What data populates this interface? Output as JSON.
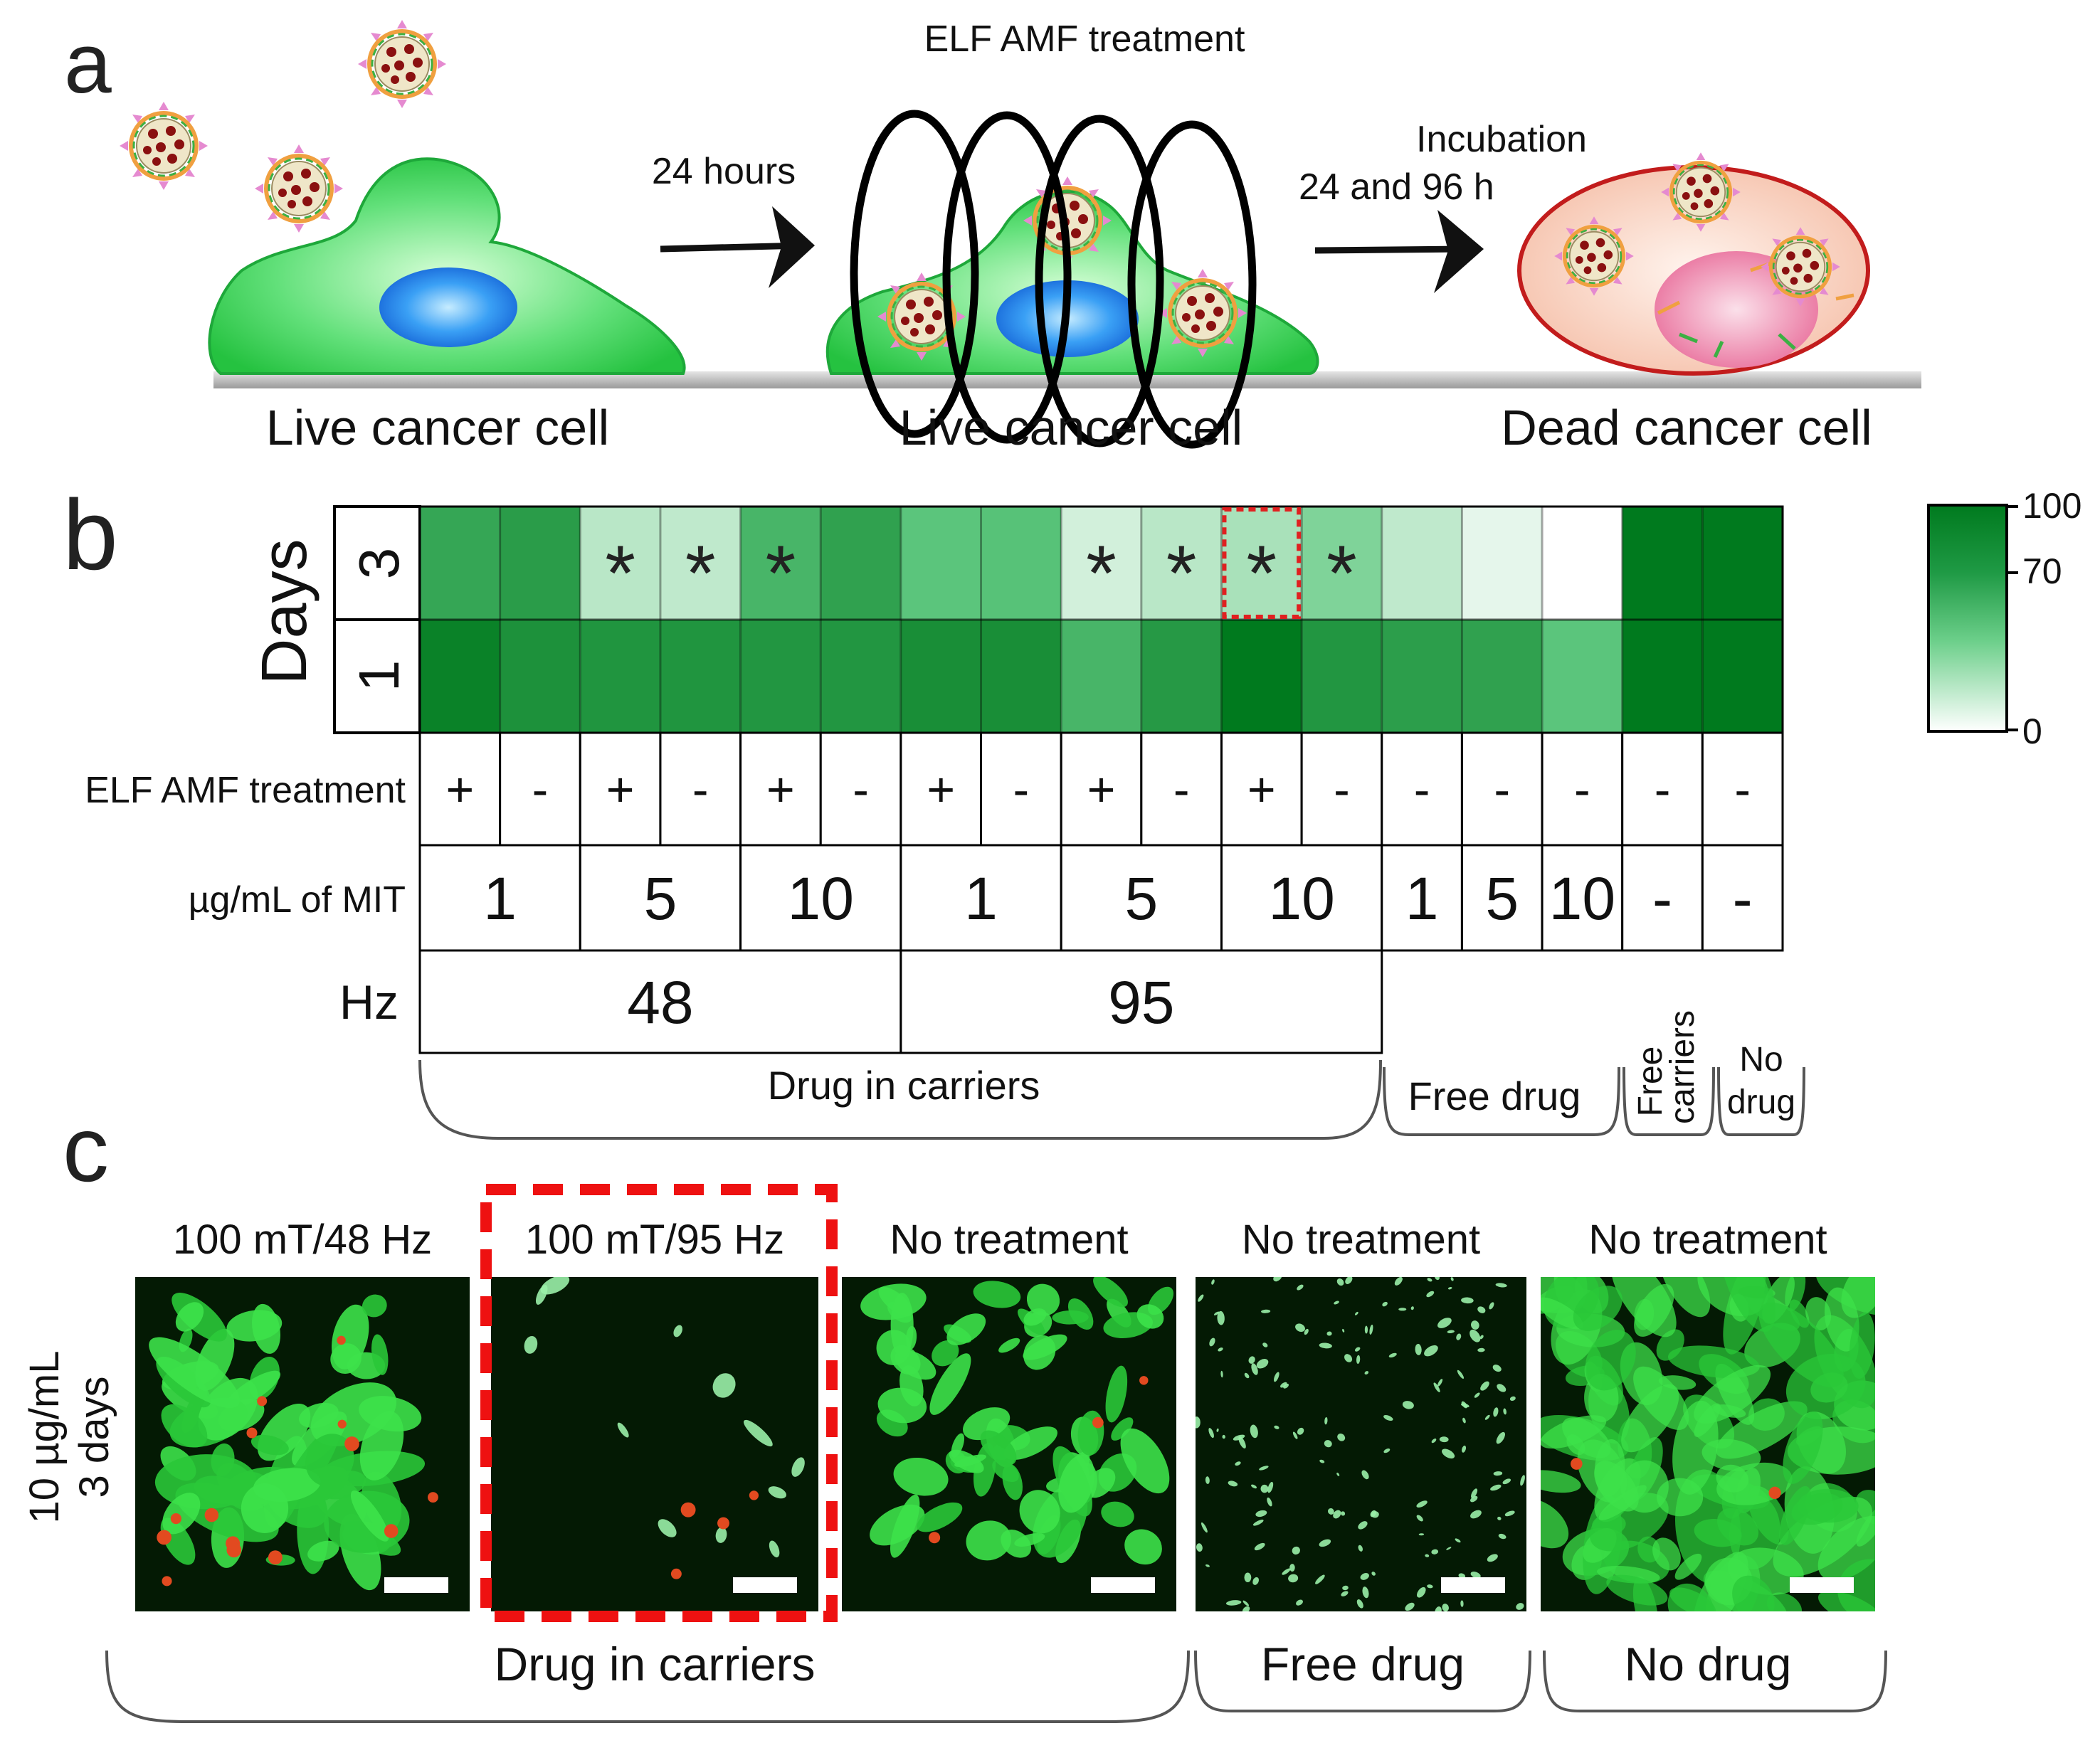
{
  "panel_a": {
    "letter": "a",
    "top_title": "ELF AMF treatment",
    "arrow1_label": "24 hours",
    "arrow2_label_line1": "Incubation",
    "arrow2_label_line2": "24 and 96 h",
    "cell_left_label": "Live cancer cell",
    "cell_mid_label": "Live cancer cell",
    "cell_right_label": "Dead cancer cell"
  },
  "panel_b": {
    "letter": "b",
    "days_label": "Days",
    "day_top": "3",
    "day_bottom": "1",
    "row_labels": {
      "elf": "ELF AMF treatment",
      "mit": "µg/mL of MIT",
      "hz": "Hz"
    },
    "elf_values": [
      "+",
      "-",
      "+",
      "-",
      "+",
      "-",
      "+",
      "-",
      "+",
      "-",
      "+",
      "-",
      "-",
      "-",
      "-",
      "-",
      "-"
    ],
    "mit_groups": [
      "1",
      "5",
      "10",
      "1",
      "5",
      "10",
      "1",
      "5",
      "10",
      "-",
      "-"
    ],
    "hz_groups": [
      "48",
      "95"
    ],
    "group_labels": {
      "drug_in_carriers": "Drug in carriers",
      "free_drug": "Free drug",
      "free_carriers_1": "Free",
      "free_carriers_2": "carriers",
      "no_drug_1": "No",
      "no_drug_2": "drug"
    },
    "colorbar": {
      "max": "100",
      "mid": "70",
      "min": "0",
      "color_high": "#007a1e",
      "color_low": "#ffffff"
    },
    "highlight_color": "#e02020"
  },
  "chart_data": {
    "type": "heatmap",
    "rows": [
      "3",
      "1"
    ],
    "columns": 17,
    "values_day3": [
      72,
      78,
      22,
      20,
      62,
      75,
      52,
      54,
      14,
      22,
      27,
      40,
      20,
      8,
      0,
      100,
      100
    ],
    "values_day1": [
      95,
      85,
      83,
      83,
      82,
      82,
      87,
      87,
      62,
      80,
      100,
      82,
      77,
      75,
      52,
      100,
      100
    ],
    "significance_day3": [
      false,
      false,
      true,
      true,
      true,
      false,
      false,
      false,
      true,
      true,
      true,
      true,
      false,
      false,
      false,
      false,
      false
    ],
    "highlighted_cell": {
      "row": "3",
      "column": 11
    },
    "colorbar_ticks": [
      "100",
      "70",
      "0"
    ]
  },
  "panel_c": {
    "letter": "c",
    "side_label_1": "10 µg/mL",
    "side_label_2": "3 days",
    "images": [
      {
        "title": "100 mT/48 Hz"
      },
      {
        "title": "100 mT/95 Hz"
      },
      {
        "title": "No treatment"
      },
      {
        "title": "No treatment"
      },
      {
        "title": "No treatment"
      }
    ],
    "groups": {
      "drug_in_carriers": "Drug in carriers",
      "free_drug": "Free drug",
      "no_drug": "No drug"
    }
  },
  "colors": {
    "cell_green": "#3ed45a",
    "nucleus_blue": "#2f8ff0",
    "dead_cell": "#f7c9b8",
    "scale_bar": "#ffffff",
    "micro_bg": "#041a04"
  }
}
